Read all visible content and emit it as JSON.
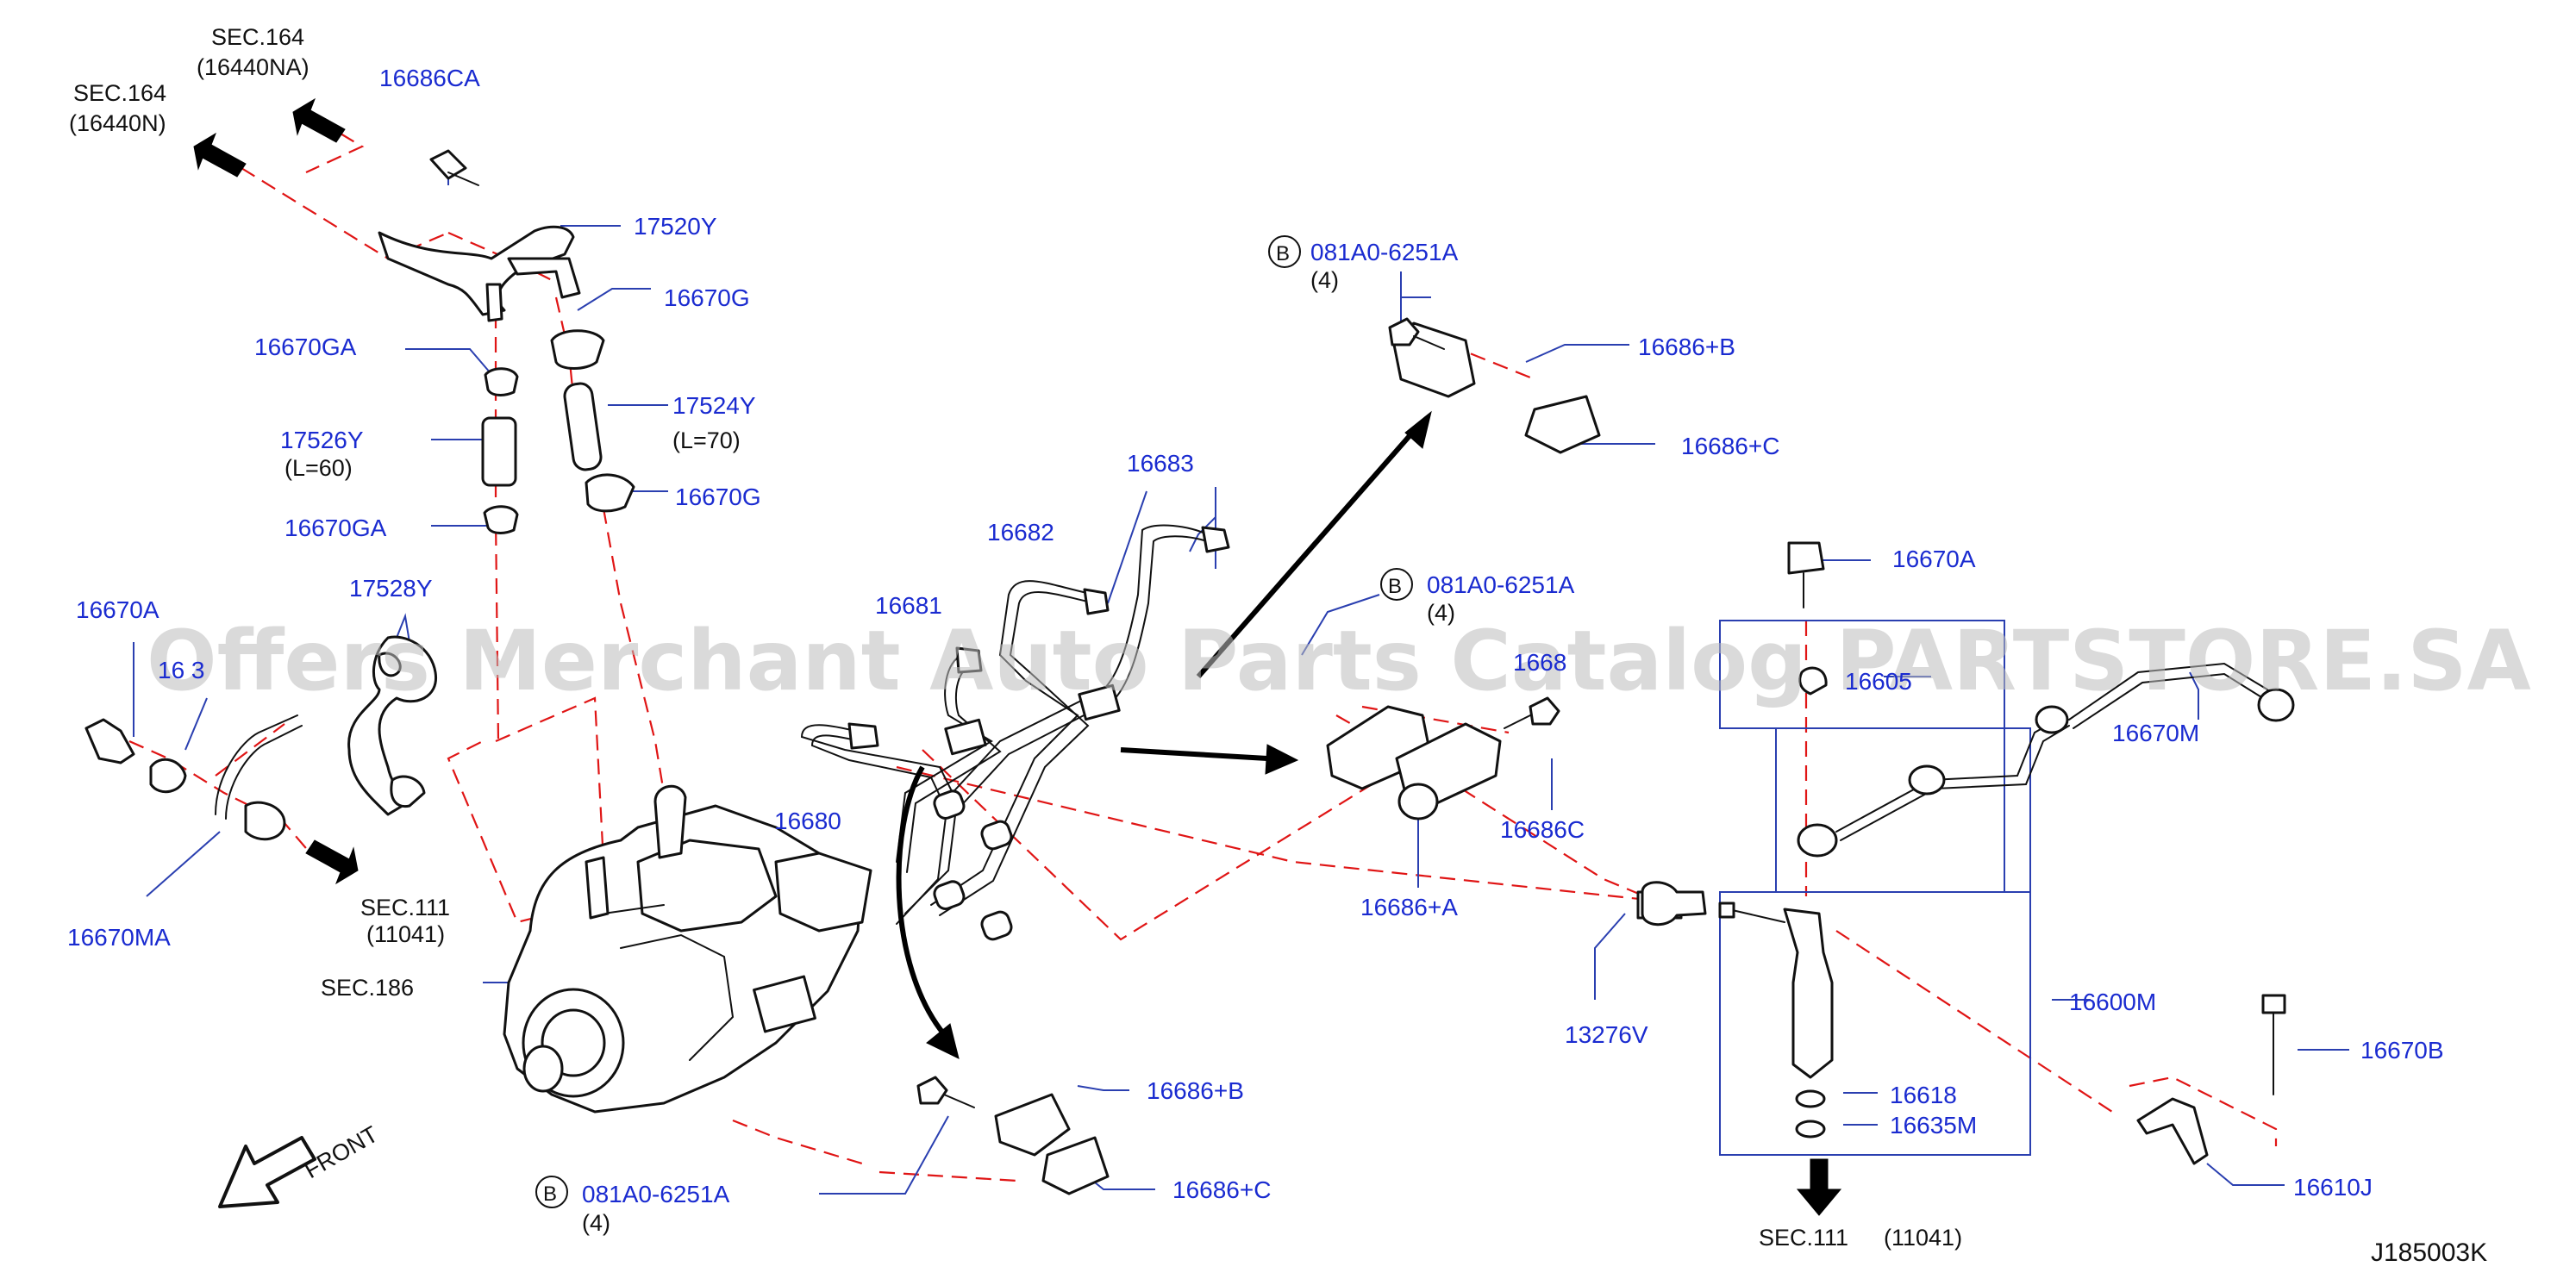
{
  "labels": {
    "sec164_na": "SEC.164",
    "sec164_na_sub": "(16440NA)",
    "sec164_n": "SEC.164",
    "sec164_n_sub": "(16440N)",
    "p16686CA": "16686CA",
    "p17520Y": "17520Y",
    "p16670G_1": "16670G",
    "p16670GA_1": "16670GA",
    "p17524Y": "17524Y",
    "p17524Y_len": "(L=70)",
    "p17526Y": "17526Y",
    "p17526Y_len": "(L=60)",
    "p16670G_2": "16670G",
    "p16670GA_2": "16670GA",
    "p17528Y": "17528Y",
    "p16670A_left": "16670A",
    "p16_3": "16  3",
    "sec111_left": "SEC.111",
    "sec111_left_sub": "(11041)",
    "p16670MA": "16670MA",
    "sec186": "SEC.186",
    "front": "FRONT",
    "b_circle_1": "B",
    "p081A0_1": "081A0-6251A",
    "qty_1": "(4)",
    "p16686B_top": "16686+B",
    "p16686C_top": "16686+C",
    "p16683": "16683",
    "p16682": "16682",
    "p16681": "16681",
    "p16680": "16680",
    "b_circle_2": "B",
    "p081A0_2": "081A0-6251A",
    "qty_2": "(4)",
    "p1668x": "1668",
    "p16686C_mid": "16686C",
    "p16686A": "16686+A",
    "b_circle_3": "B",
    "p081A0_3": "081A0-6251A",
    "qty_3": "(4)",
    "p16686B_bot": "16686+B",
    "p16686C_bot": "16686+C",
    "p13276V": "13276V",
    "p16670A_right": "16670A",
    "p16605": "16605",
    "p16670M": "16670M",
    "p16600M": "16600M",
    "p16618": "16618",
    "p16635M": "16635M",
    "p16670B": "16670B",
    "p16610J": "16610J",
    "sec111_bottom": "SEC.111",
    "sec111_bottom_sub": "(11041)",
    "diagram_code": "J185003K"
  },
  "watermark": "Offers Merchant Auto Parts Catalog PARTSTORE.SA",
  "colors": {
    "label_blue": "#1a2bd0",
    "leader_blue": "#2a3fb0",
    "dash_red": "#e01515",
    "ink": "#111111",
    "watermark_gray": "#bdbdbd"
  }
}
